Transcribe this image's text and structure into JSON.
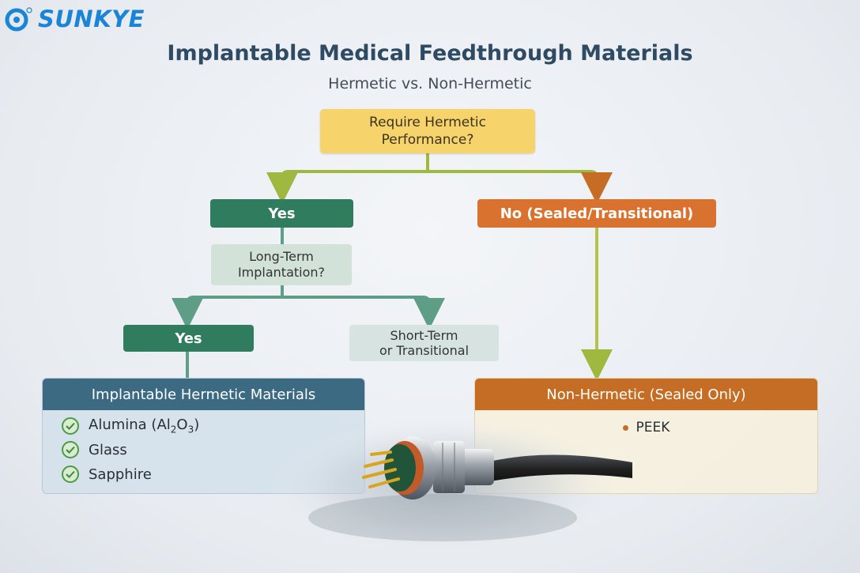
{
  "brand": {
    "name": "SUNKYE"
  },
  "header": {
    "title": "Implantable Medical Feedthrough Materials",
    "subtitle": "Hermetic vs. Non-Hermetic"
  },
  "flow": {
    "root_question_line1": "Require Hermetic",
    "root_question_line2": "Performance?",
    "yes_label": "Yes",
    "no_label": "No (Sealed/Transitional)",
    "long_term_line1": "Long-Term",
    "long_term_line2": "Implantation?",
    "yes2_label": "Yes",
    "short_term_line1": "Short-Term",
    "short_term_line2": "or Transitional"
  },
  "hermetic_panel": {
    "title": "Implantable Hermetic Materials",
    "items": [
      {
        "label": "Alumina (Al",
        "sub1": "2",
        "mid": "O",
        "sub2": "3",
        "end": ")"
      },
      {
        "label": "Glass"
      },
      {
        "label": "Sapphire"
      }
    ]
  },
  "nonhermetic_panel": {
    "title": "Non-Hermetic (Sealed Only)",
    "items": [
      "PEEK"
    ]
  },
  "colors": {
    "yes_green": "#2f7d5e",
    "no_orange": "#d9722f",
    "question_yellow": "#f6d46b",
    "hermetic_header": "#3c6a83",
    "nonhermetic_header": "#c56d24",
    "connector_green": "#9fb840",
    "connector_teal": "#5f9e86"
  }
}
